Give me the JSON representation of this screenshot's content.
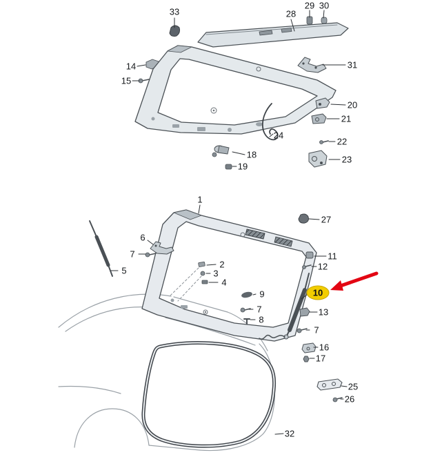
{
  "parts": {
    "1": "1",
    "2": "2",
    "3": "3",
    "4": "4",
    "5": "5",
    "6": "6",
    "7": "7",
    "8": "8",
    "9": "9",
    "10": "10",
    "11": "11",
    "12": "12",
    "13": "13",
    "14": "14",
    "15": "15",
    "16": "16",
    "17": "17",
    "18": "18",
    "19": "19",
    "20": "20",
    "21": "21",
    "22": "22",
    "23": "23",
    "24": "24",
    "25": "25",
    "26": "26",
    "27": "27",
    "28": "28",
    "29": "29",
    "30": "30",
    "31": "31",
    "32": "32",
    "33": "33"
  },
  "highlight": {
    "highlighted_part": "10",
    "ellipse_color": "#f2cd00",
    "arrow_color": "#e30613"
  }
}
